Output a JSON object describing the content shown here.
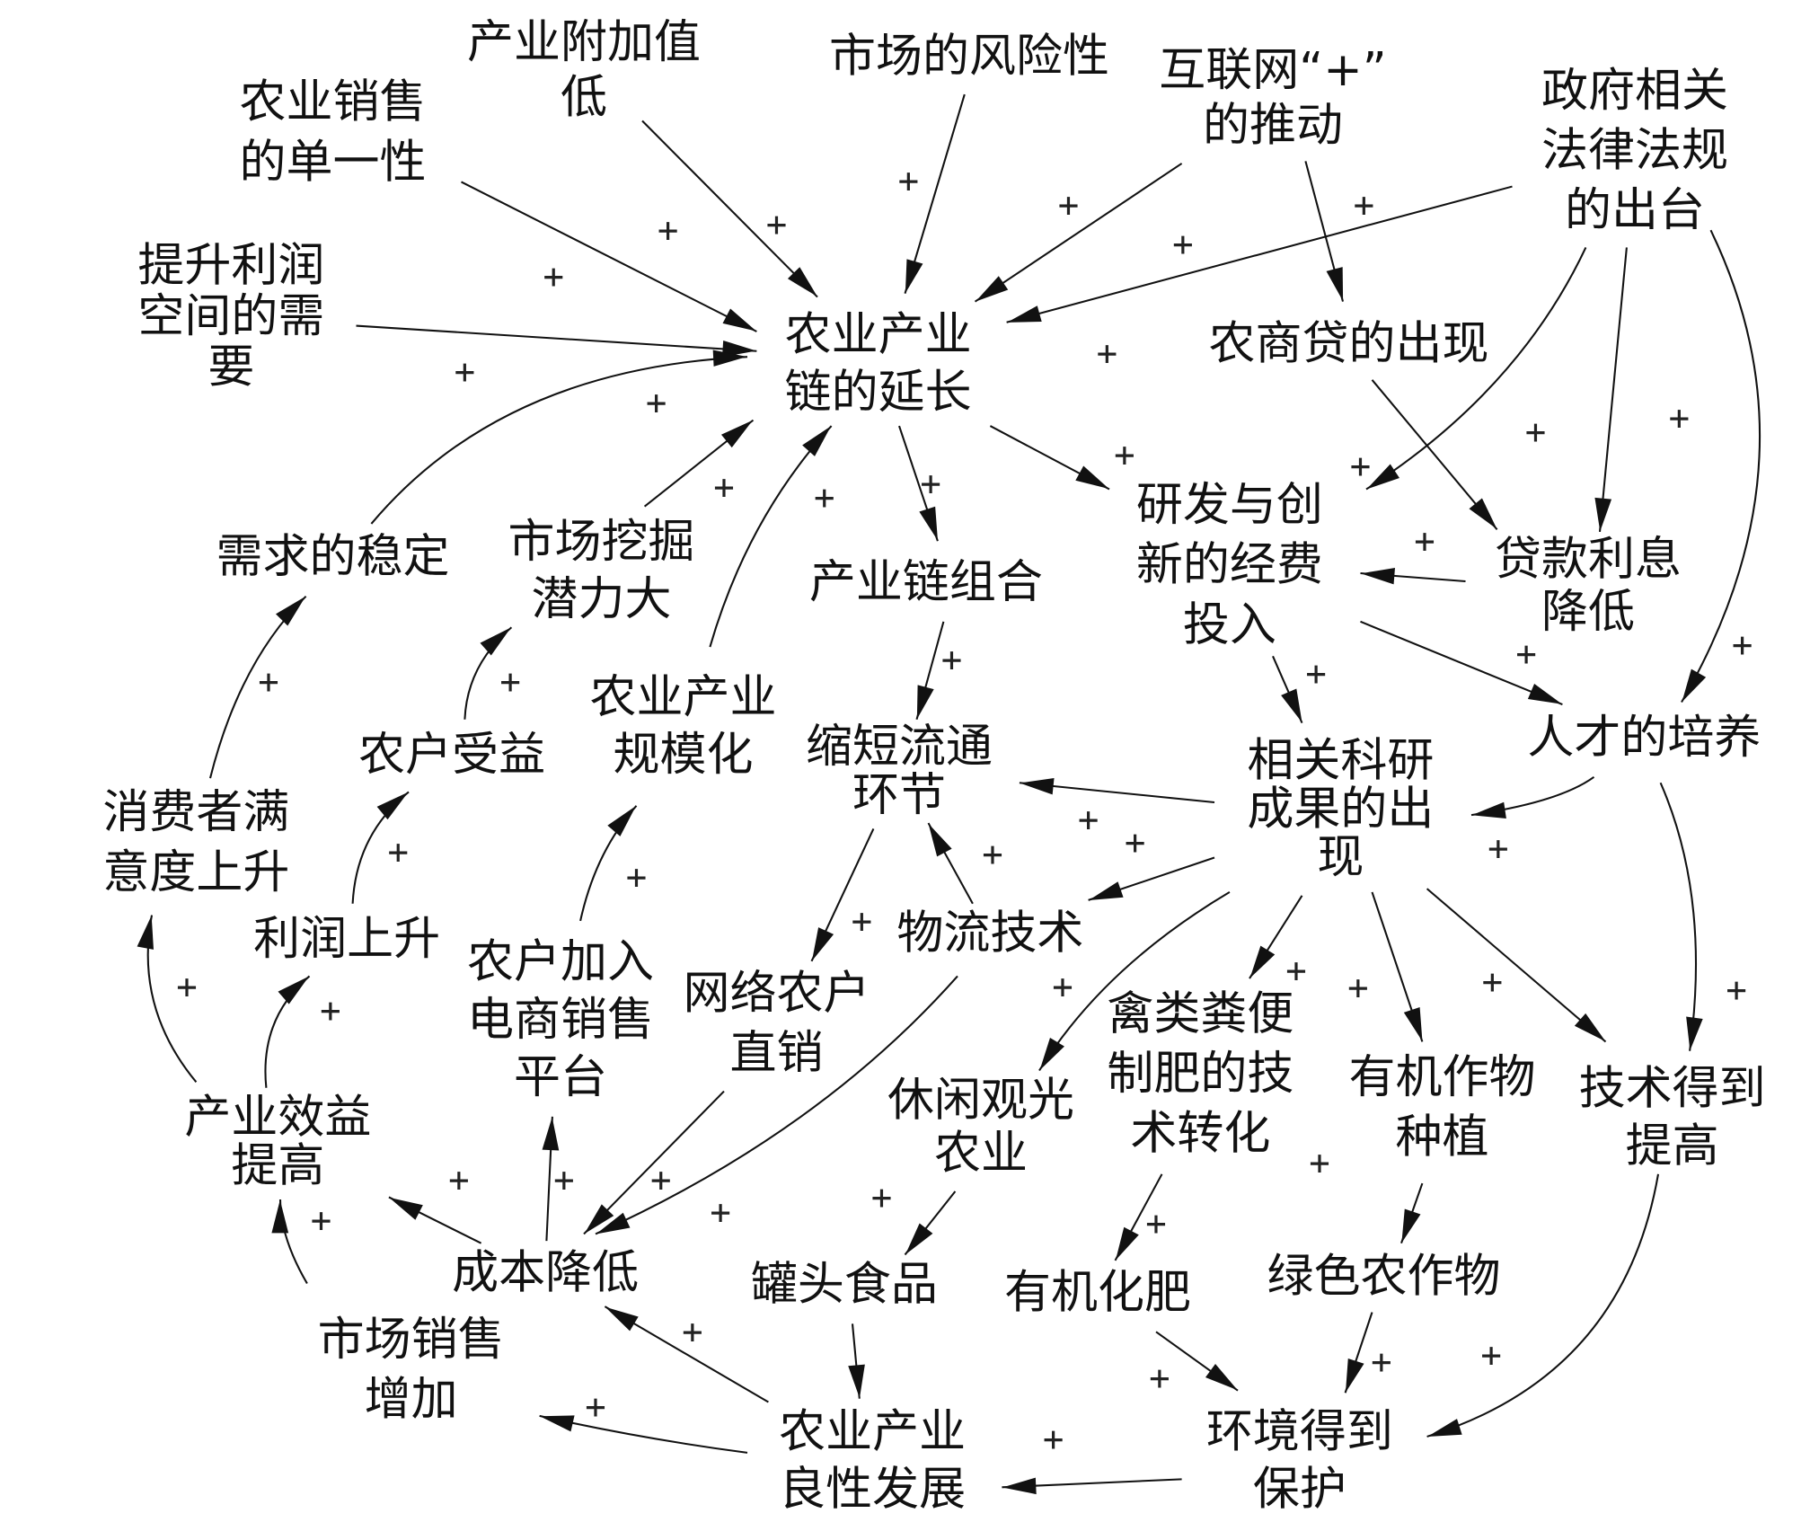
{
  "diagram": {
    "type": "causal-loop-diagram",
    "nodes": [
      {
        "id": "n1",
        "lines": [
          "农业销售",
          "的单一性"
        ]
      },
      {
        "id": "n2",
        "lines": [
          "产业附加值",
          "低"
        ]
      },
      {
        "id": "n3",
        "lines": [
          "市场的风险性"
        ]
      },
      {
        "id": "n4",
        "lines": [
          "互联网“+”",
          "的推动"
        ]
      },
      {
        "id": "n5",
        "lines": [
          "政府相关",
          "法律法规",
          "的出台"
        ]
      },
      {
        "id": "n6",
        "lines": [
          "提升利润",
          "空间的需",
          "要"
        ]
      },
      {
        "id": "n7",
        "lines": [
          "农业产业",
          "链的延长"
        ]
      },
      {
        "id": "n8",
        "lines": [
          "农商贷的出现"
        ]
      },
      {
        "id": "n9",
        "lines": [
          "需求的稳定"
        ]
      },
      {
        "id": "n10",
        "lines": [
          "市场挖掘",
          "潜力大"
        ]
      },
      {
        "id": "n11",
        "lines": [
          "产业链组合"
        ]
      },
      {
        "id": "n12",
        "lines": [
          "研发与创",
          "新的经费",
          "投入"
        ]
      },
      {
        "id": "n13",
        "lines": [
          "贷款利息",
          "降低"
        ]
      },
      {
        "id": "n14",
        "lines": [
          "农业产业",
          "规模化"
        ]
      },
      {
        "id": "n15",
        "lines": [
          "农户受益"
        ]
      },
      {
        "id": "n16",
        "lines": [
          "缩短流通",
          "环节"
        ]
      },
      {
        "id": "n17",
        "lines": [
          "相关科研",
          "成果的出",
          "现"
        ]
      },
      {
        "id": "n18",
        "lines": [
          "人才的培养"
        ]
      },
      {
        "id": "n19",
        "lines": [
          "消费者满",
          "意度上升"
        ]
      },
      {
        "id": "n20",
        "lines": [
          "利润上升"
        ]
      },
      {
        "id": "n21",
        "lines": [
          "物流技术"
        ]
      },
      {
        "id": "n22",
        "lines": [
          "农户加入",
          "电商销售",
          "平台"
        ]
      },
      {
        "id": "n23",
        "lines": [
          "网络农户",
          "直销"
        ]
      },
      {
        "id": "n24",
        "lines": [
          "禽类粪便",
          "制肥的技",
          "术转化"
        ]
      },
      {
        "id": "n25",
        "lines": [
          "有机作物",
          "种植"
        ]
      },
      {
        "id": "n26",
        "lines": [
          "技术得到",
          "提高"
        ]
      },
      {
        "id": "n27",
        "lines": [
          "休闲观光",
          "农业"
        ]
      },
      {
        "id": "n28",
        "lines": [
          "产业效益",
          "提高"
        ]
      },
      {
        "id": "n29",
        "lines": [
          "成本降低"
        ]
      },
      {
        "id": "n30",
        "lines": [
          "罐头食品"
        ]
      },
      {
        "id": "n31",
        "lines": [
          "有机化肥"
        ]
      },
      {
        "id": "n32",
        "lines": [
          "绿色农作物"
        ]
      },
      {
        "id": "n33",
        "lines": [
          "市场销售",
          "增加"
        ]
      },
      {
        "id": "n34",
        "lines": [
          "农业产业",
          "良性发展"
        ]
      },
      {
        "id": "n35",
        "lines": [
          "环境得到",
          "保护"
        ]
      }
    ],
    "edges": [
      {
        "from": "n1",
        "to": "n7",
        "polarity": "+"
      },
      {
        "from": "n2",
        "to": "n7",
        "polarity": "+"
      },
      {
        "from": "n3",
        "to": "n7",
        "polarity": "+"
      },
      {
        "from": "n4",
        "to": "n7",
        "polarity": "+"
      },
      {
        "from": "n5",
        "to": "n7",
        "polarity": "+"
      },
      {
        "from": "n6",
        "to": "n7",
        "polarity": "+"
      },
      {
        "from": "n9",
        "to": "n7",
        "polarity": "+"
      },
      {
        "from": "n10",
        "to": "n7",
        "polarity": "+"
      },
      {
        "from": "n14",
        "to": "n7",
        "polarity": "+"
      },
      {
        "from": "n7",
        "to": "n11",
        "polarity": "+"
      },
      {
        "from": "n7",
        "to": "n12",
        "polarity": "+"
      },
      {
        "from": "n4",
        "to": "n8",
        "polarity": "+"
      },
      {
        "from": "n8",
        "to": "n13",
        "polarity": "+"
      },
      {
        "from": "n5",
        "to": "n12",
        "polarity": "+"
      },
      {
        "from": "n5",
        "to": "n13",
        "polarity": "+"
      },
      {
        "from": "n5",
        "to": "n18",
        "polarity": "+"
      },
      {
        "from": "n13",
        "to": "n12",
        "polarity": "+"
      },
      {
        "from": "n12",
        "to": "n17",
        "polarity": "+"
      },
      {
        "from": "n12",
        "to": "n18",
        "polarity": "+"
      },
      {
        "from": "n18",
        "to": "n17",
        "polarity": "+"
      },
      {
        "from": "n17",
        "to": "n16",
        "polarity": "+"
      },
      {
        "from": "n17",
        "to": "n21",
        "polarity": "+"
      },
      {
        "from": "n11",
        "to": "n16",
        "polarity": "+"
      },
      {
        "from": "n16",
        "to": "n23",
        "polarity": "+"
      },
      {
        "from": "n21",
        "to": "n16",
        "polarity": "+"
      },
      {
        "from": "n21",
        "to": "n29",
        "polarity": "+"
      },
      {
        "from": "n17",
        "to": "n27",
        "polarity": "+"
      },
      {
        "from": "n17",
        "to": "n24",
        "polarity": "+"
      },
      {
        "from": "n17",
        "to": "n25",
        "polarity": "+"
      },
      {
        "from": "n17",
        "to": "n26",
        "polarity": "+"
      },
      {
        "from": "n18",
        "to": "n26",
        "polarity": "+"
      },
      {
        "from": "n24",
        "to": "n31",
        "polarity": "+"
      },
      {
        "from": "n25",
        "to": "n32",
        "polarity": "+"
      },
      {
        "from": "n27",
        "to": "n30",
        "polarity": "+"
      },
      {
        "from": "n30",
        "to": "n34",
        "polarity": "+"
      },
      {
        "from": "n31",
        "to": "n35",
        "polarity": "+"
      },
      {
        "from": "n32",
        "to": "n35",
        "polarity": "+"
      },
      {
        "from": "n26",
        "to": "n35",
        "polarity": "+"
      },
      {
        "from": "n35",
        "to": "n34",
        "polarity": "+"
      },
      {
        "from": "n34",
        "to": "n29",
        "polarity": "+"
      },
      {
        "from": "n34",
        "to": "n33",
        "polarity": "+"
      },
      {
        "from": "n29",
        "to": "n28",
        "polarity": "+"
      },
      {
        "from": "n29",
        "to": "n22",
        "polarity": "+"
      },
      {
        "from": "n23",
        "to": "n29",
        "polarity": "+"
      },
      {
        "from": "n33",
        "to": "n28",
        "polarity": "+"
      },
      {
        "from": "n28",
        "to": "n19",
        "polarity": "+"
      },
      {
        "from": "n28",
        "to": "n20",
        "polarity": "+"
      },
      {
        "from": "n20",
        "to": "n15",
        "polarity": "+"
      },
      {
        "from": "n22",
        "to": "n14",
        "polarity": "+"
      },
      {
        "from": "n15",
        "to": "n10",
        "polarity": "+"
      },
      {
        "from": "n19",
        "to": "n9",
        "polarity": "+"
      }
    ],
    "polarity_symbol": "+"
  }
}
